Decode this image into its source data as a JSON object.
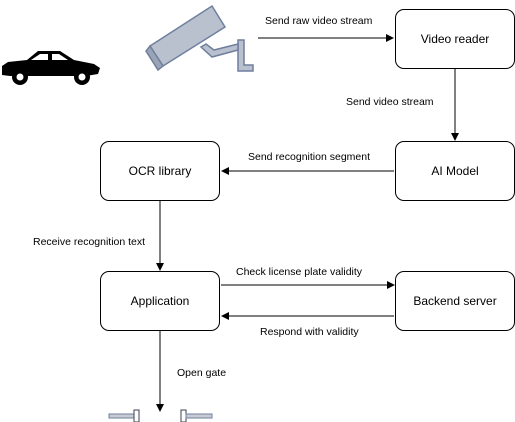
{
  "nodes": {
    "video_reader": "Video reader",
    "ai_model": "AI Model",
    "ocr_library": "OCR library",
    "application": "Application",
    "backend_server": "Backend server"
  },
  "edges": {
    "camera_to_reader": "Send raw video stream",
    "reader_to_ai": "Send video stream",
    "ai_to_ocr": "Send recognition segment",
    "ocr_to_app": "Receive recognition text",
    "app_to_backend": "Check license plate validity",
    "backend_to_app": "Respond with validity",
    "app_to_gate": "Open gate"
  },
  "icons": {
    "camera": "security-camera-icon",
    "car": "car-icon",
    "gate": "gate-barrier-icon"
  },
  "colors": {
    "camera_fill": "#b9c1cf",
    "camera_stroke": "#6f7f9d",
    "car": "#000000",
    "gate_fill": "#c8ccd2"
  }
}
